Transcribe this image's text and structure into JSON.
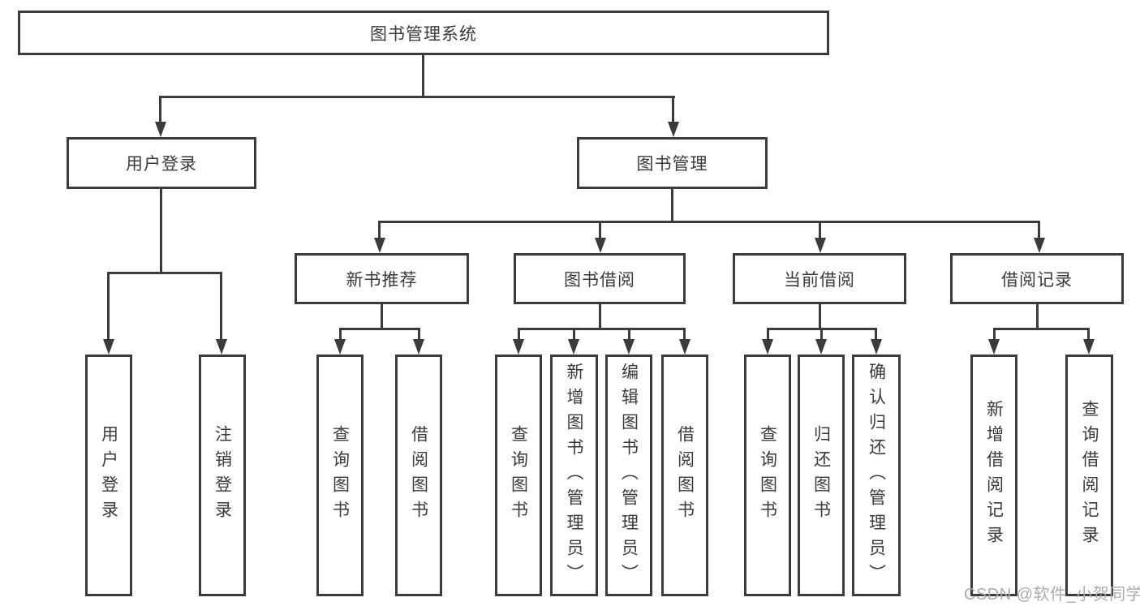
{
  "diagram": {
    "type": "function-structure-tree",
    "colors": {
      "line": "#3b3b3b",
      "text": "#3a3a3a",
      "background": "#ffffff",
      "watermark": "#ababab"
    }
  },
  "tree": {
    "label": "图书管理系统",
    "children": [
      {
        "label": "用户登录",
        "children": [
          {
            "label": "用户登录"
          },
          {
            "label": "注销登录"
          }
        ]
      },
      {
        "label": "图书管理",
        "children": [
          {
            "label": "新书推荐",
            "children": [
              {
                "label": "查询图书"
              },
              {
                "label": "借阅图书"
              }
            ]
          },
          {
            "label": "图书借阅",
            "children": [
              {
                "label": "查询图书"
              },
              {
                "label": "新增图书（管理员）"
              },
              {
                "label": "编辑图书（管理员）"
              },
              {
                "label": "借阅图书"
              }
            ]
          },
          {
            "label": "当前借阅",
            "children": [
              {
                "label": "查询图书"
              },
              {
                "label": "归还图书"
              },
              {
                "label": "确认归还（管理员）"
              }
            ]
          },
          {
            "label": "借阅记录",
            "children": [
              {
                "label": "新增借阅记录"
              },
              {
                "label": "查询借阅记录"
              }
            ]
          }
        ]
      }
    ]
  },
  "watermark": {
    "text": "CSDN @软件_小贺同学"
  }
}
